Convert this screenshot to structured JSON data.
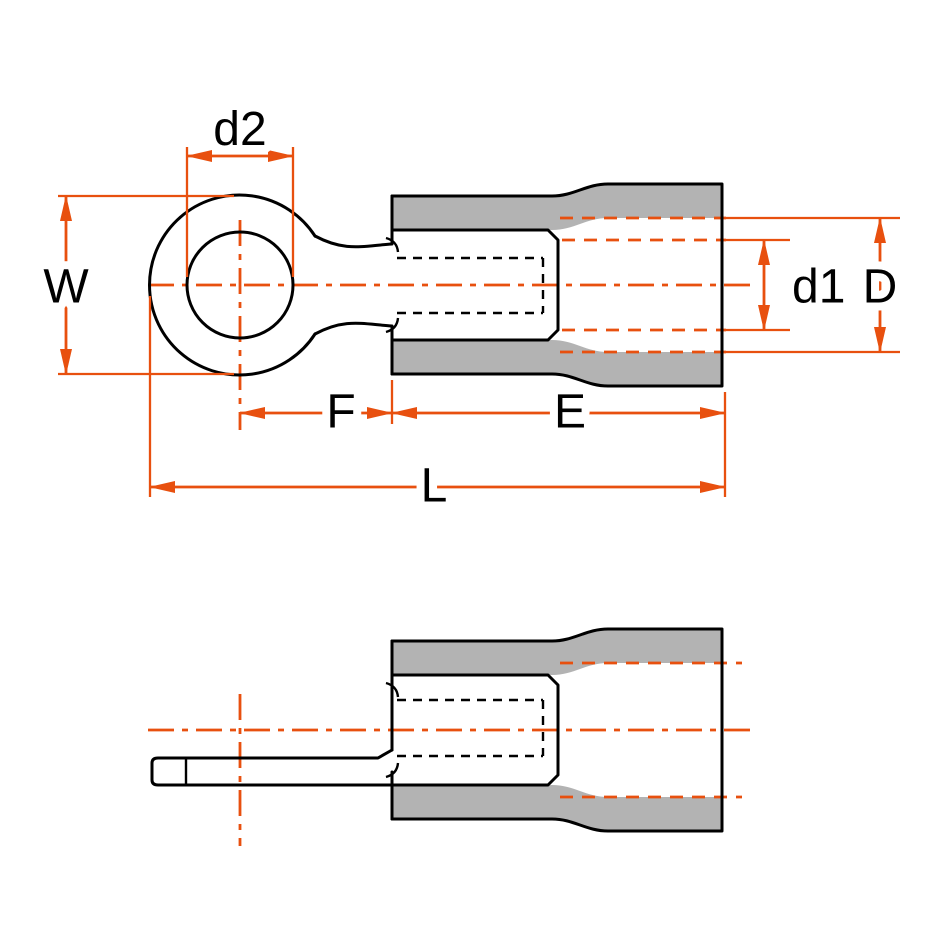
{
  "drawing": {
    "labels": {
      "d2": "d2",
      "w": "W",
      "d1": "d1",
      "d_outer": "D",
      "f": "F",
      "e": "E",
      "l": "L"
    },
    "colors": {
      "dimension_lines": "#e8500f",
      "insulation_fill": "#b3b3b3",
      "outline": "#000000",
      "background": "#ffffff"
    }
  }
}
